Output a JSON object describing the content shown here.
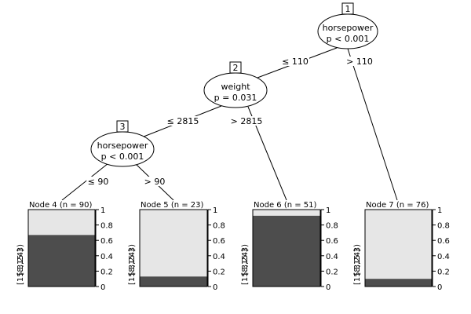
{
  "colors": {
    "dark": "#4d4d4d",
    "light": "#e6e6e6",
    "line": "#000000"
  },
  "inner_nodes": [
    {
      "id": "1",
      "variable": "horsepower",
      "p": "p < 0.001"
    },
    {
      "id": "2",
      "variable": "weight",
      "p": "p = 0.031"
    },
    {
      "id": "3",
      "variable": "horsepower",
      "p": "p < 0.001"
    }
  ],
  "edges": [
    {
      "label": "≤ 110"
    },
    {
      "label": "> 110"
    },
    {
      "label": "≤ 2815"
    },
    {
      "label": "> 2815"
    },
    {
      "label": "≤ 90"
    },
    {
      "label": "> 90"
    }
  ],
  "terminal_nodes": [
    {
      "title": "Node 4 (n = 90)",
      "dark_fraction": 0.67
    },
    {
      "title": "Node 5 (n = 23)",
      "dark_fraction": 0.13
    },
    {
      "title": "Node 6 (n = 51)",
      "dark_fraction": 0.92
    },
    {
      "title": "Node 7 (n = 76)",
      "dark_fraction": 0.1
    }
  ],
  "y_axis": {
    "label_dark": "[15.3,24]",
    "label_light": "[8,15.3)",
    "ticks": [
      "0",
      "0.2",
      "0.4",
      "0.6",
      "0.8",
      "1"
    ]
  }
}
